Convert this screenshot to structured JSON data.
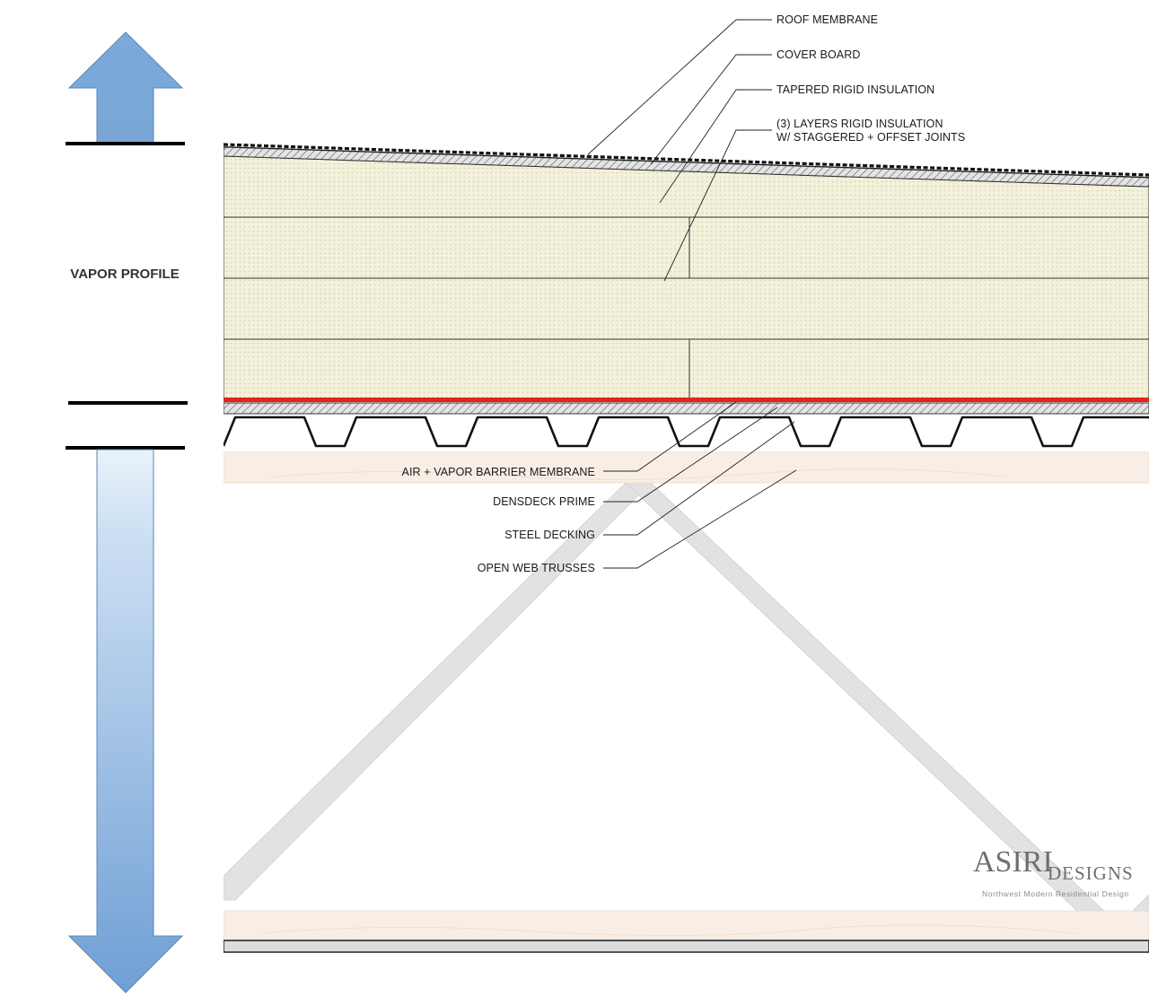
{
  "diagram": {
    "vapor_profile_label": "VAPOR PROFILE",
    "layers_top": [
      "ROOF MEMBRANE",
      "COVER BOARD",
      "TAPERED RIGID INSULATION"
    ],
    "layers_multi": {
      "line1": "(3) LAYERS RIGID INSULATION",
      "line2": "W/ STAGGERED + OFFSET JOINTS"
    },
    "layers_bottom": [
      "AIR + VAPOR BARRIER MEMBRANE",
      "DENSDECK PRIME",
      "STEEL DECKING",
      "OPEN WEB TRUSSES"
    ]
  },
  "logo": {
    "main": "ASIRI",
    "sub": "DESIGNS",
    "tagline": "Northwest Modern Residential Design"
  },
  "colors": {
    "arrow_blue": "#7aaad9",
    "insulation": "#f3f1dc",
    "vapor_barrier": "#e8211c",
    "chord_wood": "#f8eee5",
    "truss_web": "#e2e2e2"
  }
}
